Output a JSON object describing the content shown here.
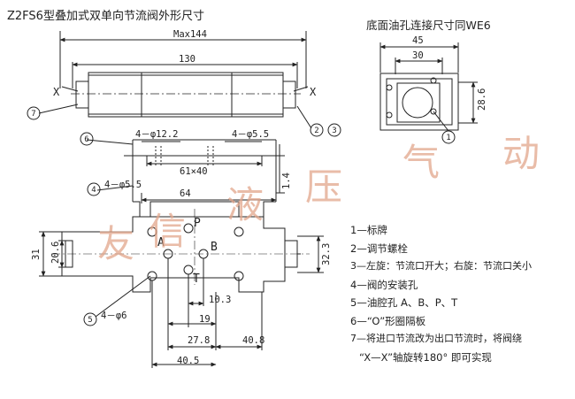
{
  "titles": {
    "main": "Z2FS6型叠加式双单向节流阀外形尺寸",
    "bottom_view": "底面油孔连接尺寸同WE6"
  },
  "dimensions": {
    "max_length": "Max144",
    "length": "130",
    "width_45": "45",
    "width_30": "30",
    "height_28_6": "28.6",
    "hole_12_2": "4－φ12.2",
    "hole_5_5_top": "4－φ5.5",
    "spacing": "61×40",
    "offset_1_4": "1.4",
    "hole_5_5_left": "4－φ5.5",
    "span_64": "64",
    "height_31": "31",
    "height_20_6": "20.6",
    "height_32_3": "32.3",
    "hole_6": "4－φ6",
    "dim_10_3": "10.3",
    "dim_19": "19",
    "dim_27_8": "27.8",
    "dim_40_8": "40.8",
    "dim_40_5": "40.5"
  },
  "section_marks": {
    "left_x": "X",
    "right_x": "X"
  },
  "port_labels": {
    "p": "P",
    "a": "A",
    "b": "B",
    "t": "T"
  },
  "callouts": {
    "c1": "1",
    "c2": "2",
    "c3": "3",
    "c4": "4",
    "c5": "5",
    "c6": "6",
    "c7": "7"
  },
  "legend": [
    "1—标牌",
    "2—调节螺栓",
    "3—左旋：节流口开大；右旋：节流口关小",
    "4—阀的安装孔",
    "5—油腔孔  A、B、P、T",
    "6—“O”形圈隔板",
    "7—将进口节流改为出口节流时，将阀绕",
    "“X—X”轴旋转180° 即可实现"
  ],
  "watermark": [
    "友",
    "信",
    "液",
    "压",
    "气",
    "动"
  ]
}
